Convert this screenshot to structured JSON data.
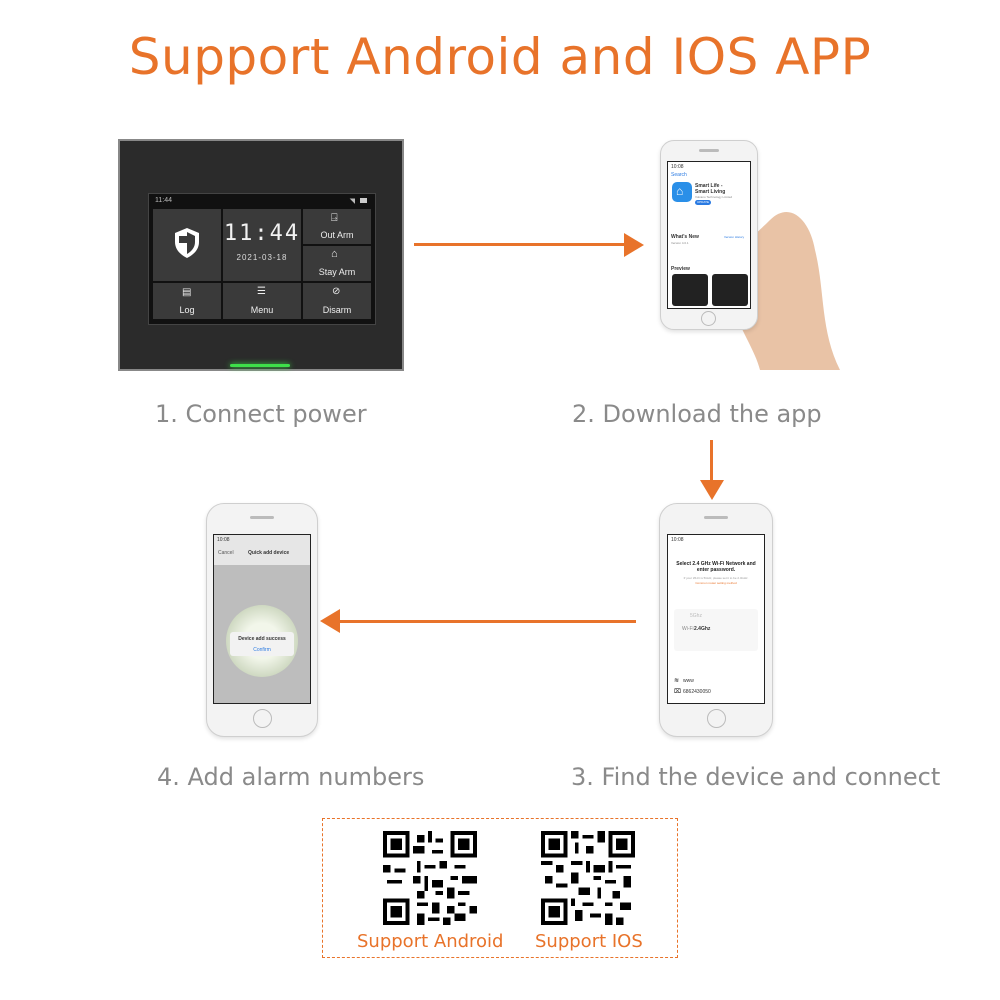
{
  "header": {
    "title": "Support Android and IOS APP"
  },
  "steps": [
    {
      "label": "1. Connect power"
    },
    {
      "label": "2. Download the app"
    },
    {
      "label": "3. Find the device and connect"
    },
    {
      "label": "4. Add alarm numbers"
    }
  ],
  "panel": {
    "status_time": "11:44",
    "clock": "11:44",
    "date": "2021-03-18",
    "tiles": {
      "out_arm": "Out Arm",
      "stay_arm": "Stay Arm",
      "log": "Log",
      "menu": "Menu",
      "disarm": "Disarm"
    }
  },
  "appstore": {
    "time": "10:08",
    "back": "Search",
    "app_name": "Smart Life -",
    "app_name2": "Smart Living",
    "developer": "Volcano Technology Limited",
    "get": "UPDATE",
    "whats_new": "What's New",
    "version_history": "Version History",
    "version": "Version 4.0.1",
    "preview": "Preview"
  },
  "wifi_screen": {
    "time": "10:08",
    "heading": "Select 2.4 GHz Wi-Fi Network and enter password.",
    "subtext": "If your Wi-Fi is 5GHz, please set it to be 2.4GHz.",
    "link": "Common router setting method",
    "network": "2.4Ghz",
    "other_network": "5Ghz",
    "wifi_label": "Wi-Fi",
    "row1": "www",
    "row2": "6862430050"
  },
  "success_screen": {
    "time": "10:08",
    "cancel": "Cancel",
    "title": "Quick add device",
    "dialog_title": "Device add success",
    "confirm": "Confirm"
  },
  "qr": {
    "android": "Support Android",
    "ios": "Support IOS"
  },
  "colors": {
    "accent": "#e8732a",
    "step_text": "#8a8a8a",
    "led": "#3ee04a"
  }
}
